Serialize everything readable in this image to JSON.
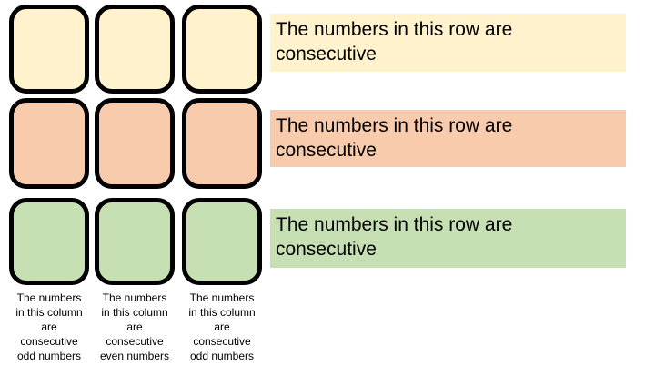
{
  "diagram": {
    "background": "#FFFFFF",
    "cell_border_color": "#000000",
    "text_color": "#000000",
    "rows": [
      {
        "color": "#FFF2CC",
        "label_lines": [
          "The numbers in this row are",
          "consecutive"
        ]
      },
      {
        "color": "#F8CBAD",
        "label_lines": [
          "The numbers in this row are",
          "consecutive"
        ]
      },
      {
        "color": "#C6E0B4",
        "label_lines": [
          "The numbers in this row are",
          "consecutive"
        ]
      }
    ],
    "columns": [
      {
        "label_lines": [
          "The numbers",
          "in this column",
          "are",
          "consecutive",
          "odd numbers"
        ]
      },
      {
        "label_lines": [
          "The numbers",
          "in this column",
          "are",
          "consecutive",
          "even numbers"
        ]
      },
      {
        "label_lines": [
          "The numbers",
          "in this column",
          "are",
          "consecutive",
          "odd numbers"
        ]
      }
    ]
  }
}
